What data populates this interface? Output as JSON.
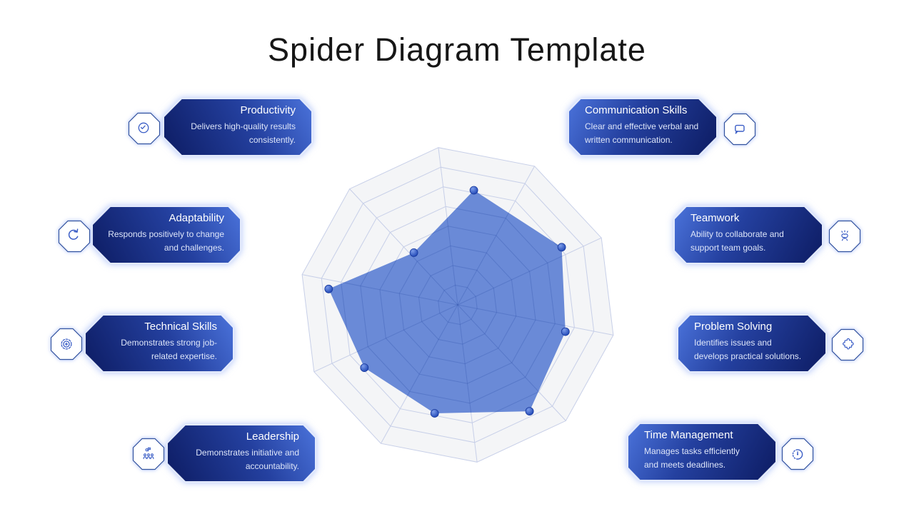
{
  "title": "Spider Diagram Template",
  "boxes": {
    "left": [
      {
        "title": "Productivity",
        "desc": "Delivers high-quality results\nconsistently.",
        "icon": "check-circle-icon"
      },
      {
        "title": "Adaptability",
        "desc": "Responds positively to change\nand challenges.",
        "icon": "refresh-icon"
      },
      {
        "title": "Technical Skills",
        "desc": "Demonstrates strong job-\nrelated expertise.",
        "icon": "gear-icon"
      },
      {
        "title": "Leadership",
        "desc": "Demonstrates initiative and\naccountability.",
        "icon": "leadership-icon"
      }
    ],
    "right": [
      {
        "title": "Communication Skills",
        "desc": "Clear and effective verbal and\nwritten communication.",
        "icon": "chat-bubble-icon"
      },
      {
        "title": "Teamwork",
        "desc": "Ability to collaborate and\nsupport team goals.",
        "icon": "clapping-hands-icon"
      },
      {
        "title": "Problem Solving",
        "desc": "Identifies issues and\ndevelops practical solutions.",
        "icon": "puzzle-icon"
      },
      {
        "title": "Time Management",
        "desc": "Manages tasks efficiently\nand meets deadlines.",
        "icon": "stopwatch-icon"
      }
    ]
  },
  "colors": {
    "box_gradient_light": "#4a72da",
    "box_gradient_mid": "#24409f",
    "box_gradient_dark": "#0d1c63",
    "box_glow": "#e3eafc",
    "icon_stroke": "#3b5ec6",
    "web_fill": "#f4f5f7",
    "web_line": "#c7cfe8",
    "polygon_fill": "#5b7ed3",
    "dot_fill": "#2753c6",
    "title_text": "#161616",
    "box_title_text": "#ffffff",
    "box_desc_text": "#dde5f9"
  },
  "chart_data": {
    "type": "radar",
    "title": "",
    "axes_count": 10,
    "rings": 8,
    "rotation_deg": 97,
    "axis_labels": [],
    "value_scale": [
      0,
      1
    ],
    "note": "decorative spider web, no tick labels shown; values are radius fractions of outer ring",
    "points": [
      {
        "angle_deg": 82,
        "value": 0.73
      },
      {
        "angle_deg": 29,
        "value": 0.75
      },
      {
        "angle_deg": 346,
        "value": 0.7
      },
      {
        "angle_deg": 304,
        "value": 0.81
      },
      {
        "angle_deg": 258,
        "value": 0.7
      },
      {
        "angle_deg": 214,
        "value": 0.71
      },
      {
        "angle_deg": 173,
        "value": 0.82
      },
      {
        "angle_deg": 130,
        "value": 0.43
      }
    ]
  }
}
